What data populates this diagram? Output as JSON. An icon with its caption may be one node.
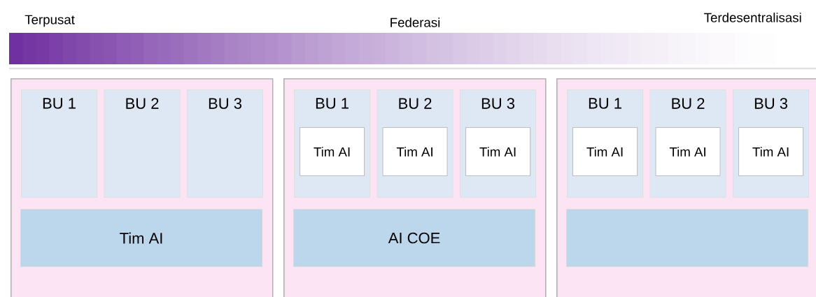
{
  "diagram": {
    "nodes": [
      {
        "text": [],
        "shape": "box"
      },
      {
        "text": [
          "BU 1"
        ],
        "in": 0
      },
      {
        "text": [
          "BU 2"
        ],
        "in": 0
      },
      {
        "text": [
          "BU 3"
        ],
        "in": 0
      },
      {
        "text": [
          "Tim AI"
        ],
        "in": 0
      },
      {
        "text": [],
        "shape": "box"
      },
      {
        "text": [
          "BU 1"
        ],
        "in": 5
      },
      {
        "text": [
          "Tim AI"
        ],
        "in": 6
      },
      {
        "text": [
          "BU 2"
        ],
        "in": 5
      },
      {
        "text": [
          "Tim AI"
        ],
        "in": 8
      },
      {
        "text": [
          "BU 3"
        ],
        "in": 5
      },
      {
        "text": [
          "Tim AI"
        ],
        "in": 10
      },
      {
        "text": [
          "AI COE"
        ],
        "in": 5
      },
      {
        "text": [],
        "shape": "box"
      },
      {
        "text": [
          "BU 1"
        ],
        "in": 13
      },
      {
        "text": [
          "Tim AI"
        ],
        "in": 14
      },
      {
        "text": [
          "BU 2"
        ],
        "in": 13
      },
      {
        "text": [
          "Tim AI"
        ],
        "in": 16
      },
      {
        "text": [
          "BU 3"
        ],
        "in": 13
      },
      {
        "text": [
          "Tim AI"
        ],
        "in": 18
      },
      {
        "text": [],
        "shape": "box",
        "in": 13
      }
    ],
    "labels": [
      "Terpusat",
      "Federasi",
      "Terdesentralisasi"
    ]
  }
}
